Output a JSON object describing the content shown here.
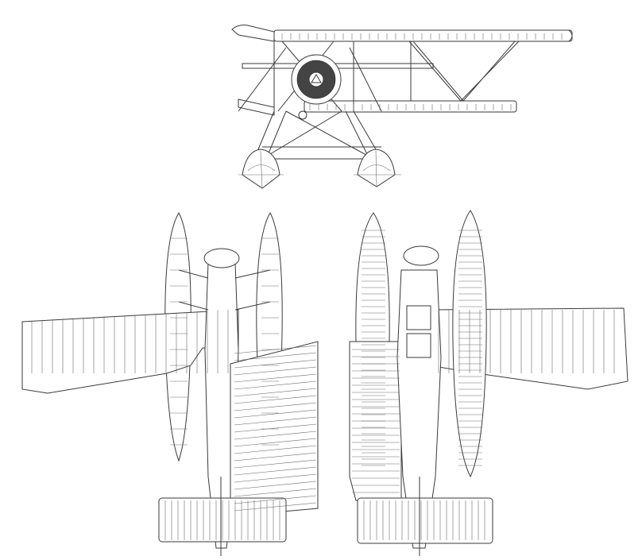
{
  "drawing": {
    "subject": "",
    "views": [
      "front",
      "top",
      "bottom"
    ],
    "colors": {
      "line": "#3a3a3a",
      "background": "#ffffff"
    }
  }
}
